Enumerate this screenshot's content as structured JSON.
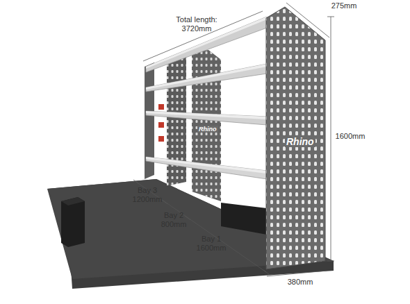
{
  "diagram": {
    "labels": [
      "Total length: 3720mm",
      "275mm",
      "1600mm",
      "380mm",
      "Bay 3 1200mm",
      "Bay 2 800mm",
      "Bay 1 1600mm",
      "Rhino",
      "Rhino"
    ]
  }
}
